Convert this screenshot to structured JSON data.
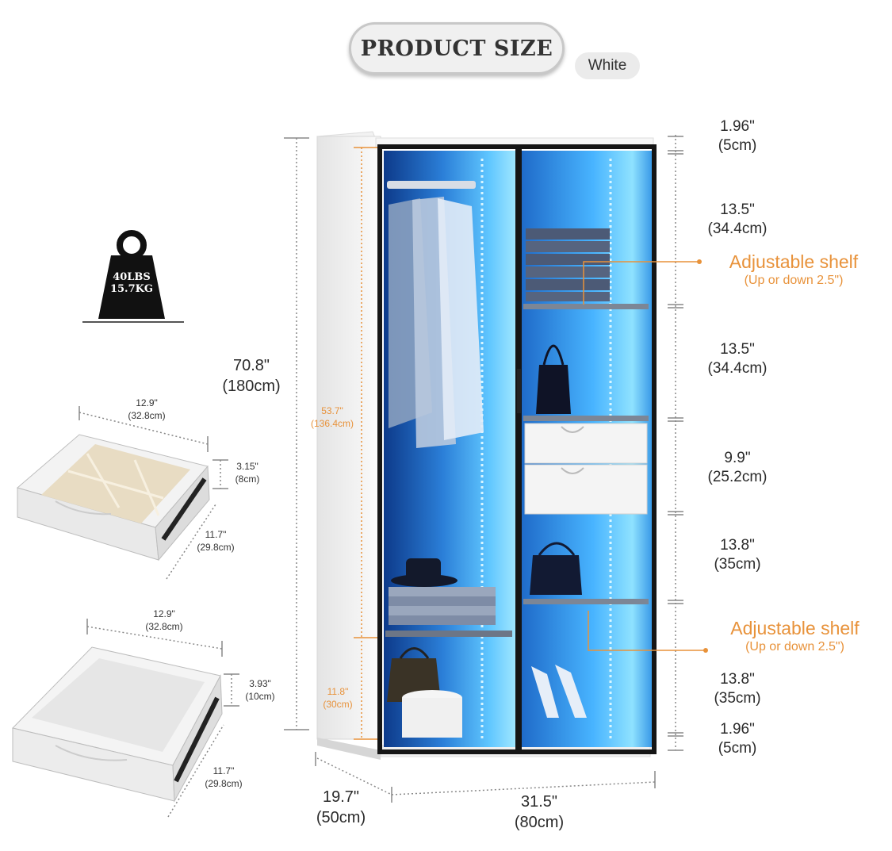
{
  "title": "PRODUCT SIZE",
  "color_tag": "White",
  "weight": {
    "lbs": "40LBS",
    "kg": "15.7KG"
  },
  "overall": {
    "height_in": "70.8\"",
    "height_cm": "(180cm)",
    "depth_in": "19.7\"",
    "depth_cm": "(50cm)",
    "width_in": "31.5\"",
    "width_cm": "(80cm)"
  },
  "left_section": {
    "hang_in": "53.7\"",
    "hang_cm": "(136.4cm)",
    "bottom_in": "11.8\"",
    "bottom_cm": "(30cm)"
  },
  "right_sections": [
    {
      "in": "1.96\"",
      "cm": "(5cm)"
    },
    {
      "in": "13.5\"",
      "cm": "(34.4cm)"
    },
    {
      "in": "13.5\"",
      "cm": "(34.4cm)"
    },
    {
      "in": "9.9\"",
      "cm": "(25.2cm)"
    },
    {
      "in": "13.8\"",
      "cm": "(35cm)"
    },
    {
      "in": "13.8\"",
      "cm": "(35cm)"
    },
    {
      "in": "1.96\"",
      "cm": "(5cm)"
    }
  ],
  "adjustable_labels": [
    {
      "label": "Adjustable shelf",
      "sub": "(Up or down 2.5\")"
    },
    {
      "label": "Adjustable shelf",
      "sub": "(Up or down 2.5\")"
    }
  ],
  "drawers": [
    {
      "width_in": "12.9\"",
      "width_cm": "(32.8cm)",
      "height_in": "3.15\"",
      "height_cm": "(8cm)",
      "depth_in": "11.7\"",
      "depth_cm": "(29.8cm)"
    },
    {
      "width_in": "12.9\"",
      "width_cm": "(32.8cm)",
      "height_in": "3.93\"",
      "height_cm": "(10cm)",
      "depth_in": "11.7\"",
      "depth_cm": "(29.8cm)"
    }
  ],
  "colors": {
    "accent": "#e8923a",
    "led": "#3fb4ff",
    "frame": "#151515",
    "dim_line": "#888888"
  }
}
